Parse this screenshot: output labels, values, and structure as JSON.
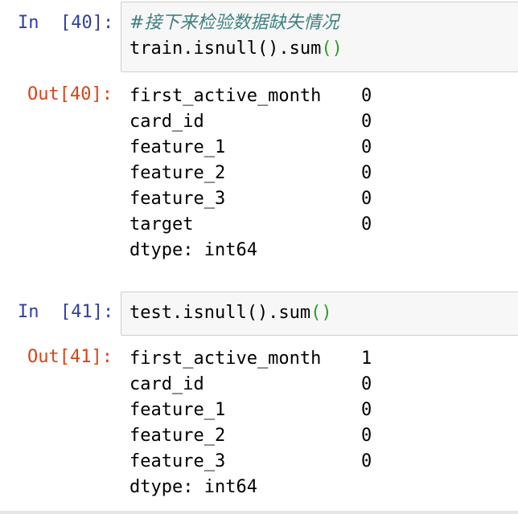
{
  "cells": [
    {
      "in_prompt": "In  [40]:",
      "code_comment": "#接下来检验数据缺失情况",
      "code_text": "train.isnull().sum",
      "code_parens": "()",
      "out_prompt": "Out[40]:",
      "output_rows": [
        {
          "name": "first_active_month",
          "value": "0"
        },
        {
          "name": "card_id",
          "value": "0"
        },
        {
          "name": "feature_1",
          "value": "0"
        },
        {
          "name": "feature_2",
          "value": "0"
        },
        {
          "name": "feature_3",
          "value": "0"
        },
        {
          "name": "target",
          "value": "0"
        }
      ],
      "dtype": "dtype: int64"
    },
    {
      "in_prompt": "In  [41]:",
      "code_text": "test.isnull().sum",
      "code_parens": "()",
      "out_prompt": "Out[41]:",
      "output_rows": [
        {
          "name": "first_active_month",
          "value": "1"
        },
        {
          "name": "card_id",
          "value": "0"
        },
        {
          "name": "feature_1",
          "value": "0"
        },
        {
          "name": "feature_2",
          "value": "0"
        },
        {
          "name": "feature_3",
          "value": "0"
        }
      ],
      "dtype": "dtype: int64"
    }
  ],
  "colors": {
    "in_prompt": "#303f9f",
    "out_prompt": "#d84315",
    "comment": "#408080",
    "matching_paren": "#22a322",
    "input_background": "#f7f7f7"
  }
}
